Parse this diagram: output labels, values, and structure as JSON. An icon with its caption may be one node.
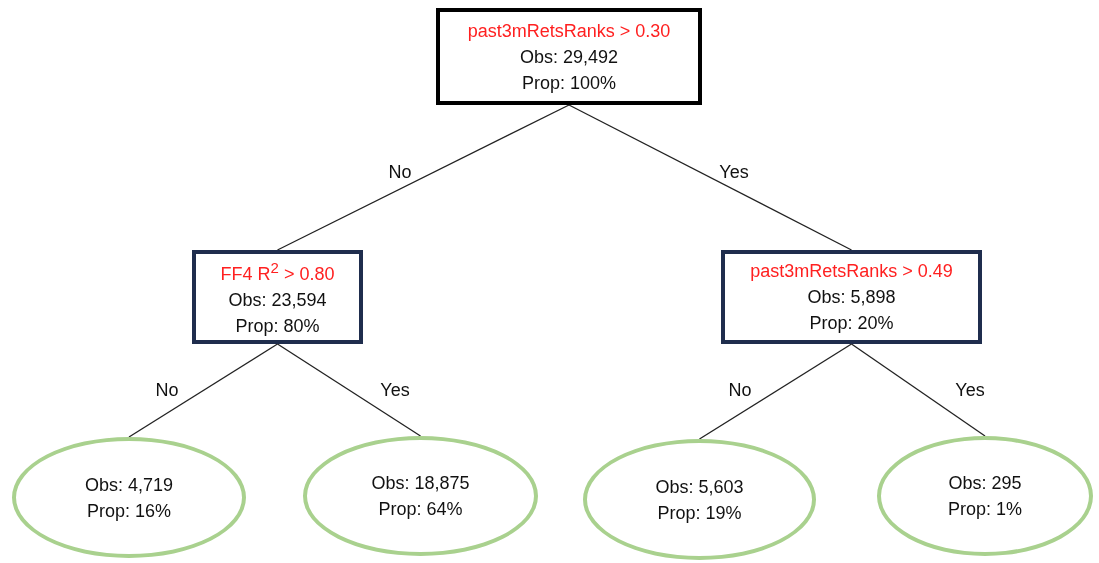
{
  "diagram": {
    "nodes": [
      {
        "text": [
          "past3mRetsRanks > 0.30",
          "Obs: 29,492",
          "Prop: 100%"
        ]
      },
      {
        "text": [
          "FF4 R$^{2}$ > 0.80",
          "Obs: 23,594",
          "Prop: 80%"
        ]
      },
      {
        "text": [
          "past3mRetsRanks > 0.49",
          "Obs: 5,898",
          "Prop: 20%"
        ]
      },
      {
        "text": [
          "Obs: 4,719",
          "Prop: 16%"
        ]
      },
      {
        "text": [
          "Obs: 18,875",
          "Prop: 64%"
        ]
      },
      {
        "text": [
          "Obs: 5,603",
          "Prop: 19%"
        ]
      },
      {
        "text": [
          "Obs: 295",
          "Prop: 1%"
        ]
      }
    ],
    "edges": [
      {
        "from": 0,
        "to": 1,
        "arrow": "none",
        "label": "No"
      },
      {
        "from": 0,
        "to": 2,
        "arrow": "none",
        "label": "Yes"
      },
      {
        "from": 1,
        "to": 3,
        "arrow": "none",
        "label": "No"
      },
      {
        "from": 1,
        "to": 4,
        "arrow": "none",
        "label": "Yes"
      },
      {
        "from": 2,
        "to": 5,
        "arrow": "none",
        "label": "No"
      },
      {
        "from": 2,
        "to": 6,
        "arrow": "none",
        "label": "Yes"
      }
    ]
  }
}
